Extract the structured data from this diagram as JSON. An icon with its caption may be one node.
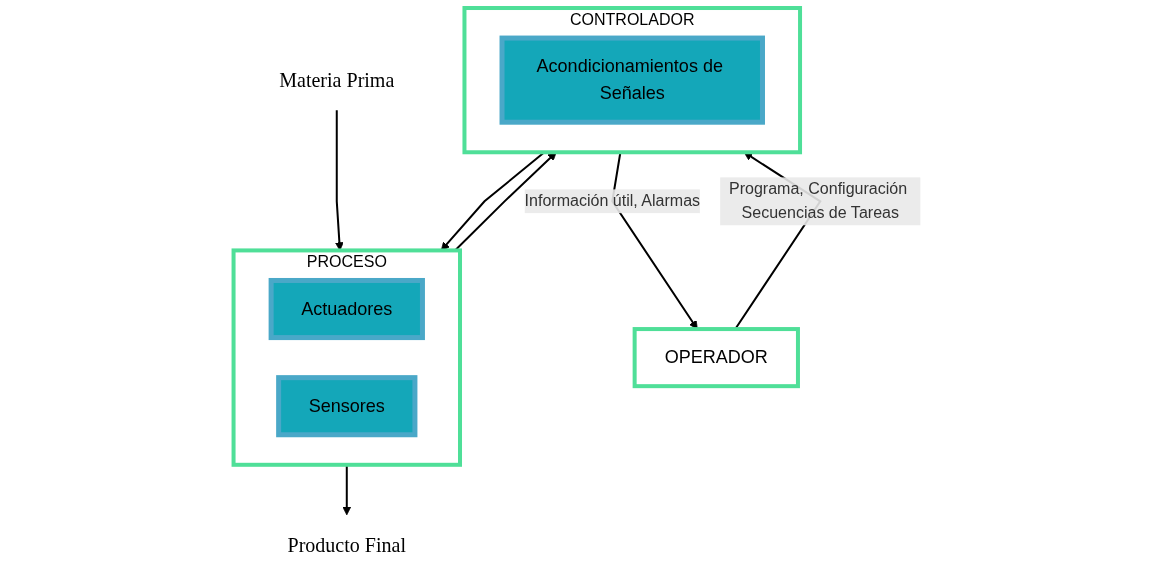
{
  "diagram": {
    "nodes": [
      {
        "text": [
          "Materia Prima"
        ]
      },
      {
        "text": [
          "PROCESO"
        ]
      },
      {
        "text": [
          "Actuadores"
        ],
        "in": 1
      },
      {
        "text": [
          "Sensores"
        ],
        "in": 1
      },
      {
        "text": [
          "Producto Final"
        ]
      },
      {
        "text": [
          "CONTROLADOR"
        ]
      },
      {
        "text": [
          "Acondicionamientos de Señales"
        ],
        "in": 5
      },
      {
        "text": [
          "OPERADOR"
        ]
      }
    ],
    "edges": [
      {
        "from": 0,
        "to": 1,
        "arrow": "to"
      },
      {
        "from": 1,
        "to": 4,
        "arrow": "to"
      },
      {
        "from": 5,
        "to": 1,
        "arrow": "to"
      },
      {
        "from": 1,
        "to": 5,
        "arrow": "to"
      },
      {
        "from": 7,
        "to": 5,
        "arrow": "to",
        "label": "Programa, Configuración Secuencias de Tareas"
      },
      {
        "from": 5,
        "to": 7,
        "arrow": "to",
        "label": "Información útil, Alarmas"
      }
    ]
  }
}
